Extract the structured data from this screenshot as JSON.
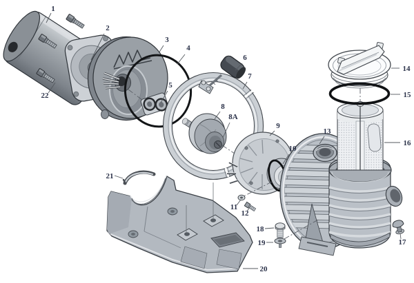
{
  "palette": {
    "background": "#ffffff",
    "label_color": "#2b3249",
    "outline": "#3a3f45",
    "metal_light": "#d6dade",
    "metal_mid": "#9aa0a6",
    "metal_dark": "#6b7077",
    "oring_black": "#131517"
  },
  "callouts": [
    {
      "id": "callout-1",
      "text": "1"
    },
    {
      "id": "callout-2",
      "text": "2"
    },
    {
      "id": "callout-3",
      "text": "3"
    },
    {
      "id": "callout-4",
      "text": "4"
    },
    {
      "id": "callout-5",
      "text": "5"
    },
    {
      "id": "callout-6",
      "text": "6"
    },
    {
      "id": "callout-7",
      "text": "7"
    },
    {
      "id": "callout-8",
      "text": "8"
    },
    {
      "id": "callout-8A",
      "text": "8A"
    },
    {
      "id": "callout-9",
      "text": "9"
    },
    {
      "id": "callout-10",
      "text": "10"
    },
    {
      "id": "callout-11",
      "text": "11"
    },
    {
      "id": "callout-12",
      "text": "12"
    },
    {
      "id": "callout-13",
      "text": "13"
    },
    {
      "id": "callout-14",
      "text": "14"
    },
    {
      "id": "callout-15",
      "text": "15"
    },
    {
      "id": "callout-16",
      "text": "16"
    },
    {
      "id": "callout-17",
      "text": "17"
    },
    {
      "id": "callout-18",
      "text": "18"
    },
    {
      "id": "callout-19",
      "text": "19"
    },
    {
      "id": "callout-20",
      "text": "20"
    },
    {
      "id": "callout-21",
      "text": "21"
    },
    {
      "id": "callout-22",
      "text": "22"
    }
  ]
}
